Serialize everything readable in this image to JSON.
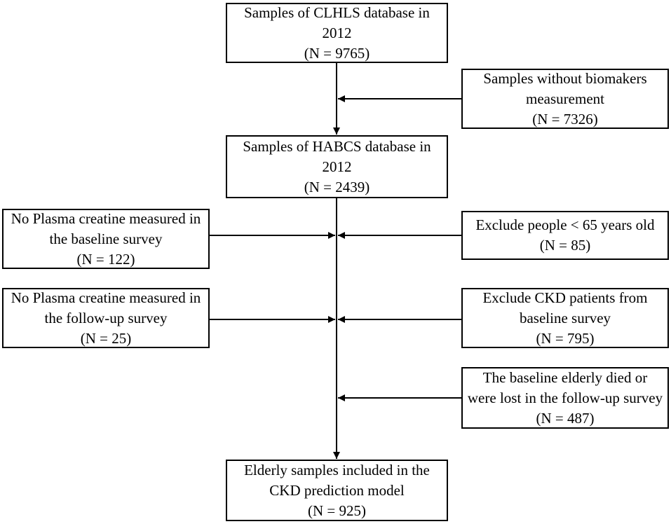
{
  "boxes": {
    "clhls": {
      "line1": "Samples of CLHLS database in",
      "line2": "2012",
      "line3": "(N = 9765)"
    },
    "no_biomarkers": {
      "line1": "Samples without biomakers",
      "line2": "measurement",
      "line3": "(N = 7326)"
    },
    "habcs": {
      "line1": "Samples of HABCS database in",
      "line2": "2012",
      "line3": "(N = 2439)"
    },
    "no_plasma_baseline": {
      "line1": "No Plasma creatine measured in",
      "line2": "the baseline survey",
      "line3": "(N = 122)"
    },
    "exclude_age": {
      "line1": "Exclude people < 65 years old",
      "line2": "(N = 85)"
    },
    "no_plasma_followup": {
      "line1": "No Plasma creatine measured in",
      "line2": "the follow-up survey",
      "line3": "(N = 25)"
    },
    "exclude_ckd": {
      "line1": "Exclude CKD patients from",
      "line2": "baseline survey",
      "line3": "(N = 795)"
    },
    "died_lost": {
      "line1": "The baseline elderly died or",
      "line2": "were lost in the follow-up survey",
      "line3": "(N = 487)"
    },
    "final": {
      "line1": "Elderly samples included in the",
      "line2": "CKD prediction model",
      "line3": "(N = 925)"
    }
  }
}
